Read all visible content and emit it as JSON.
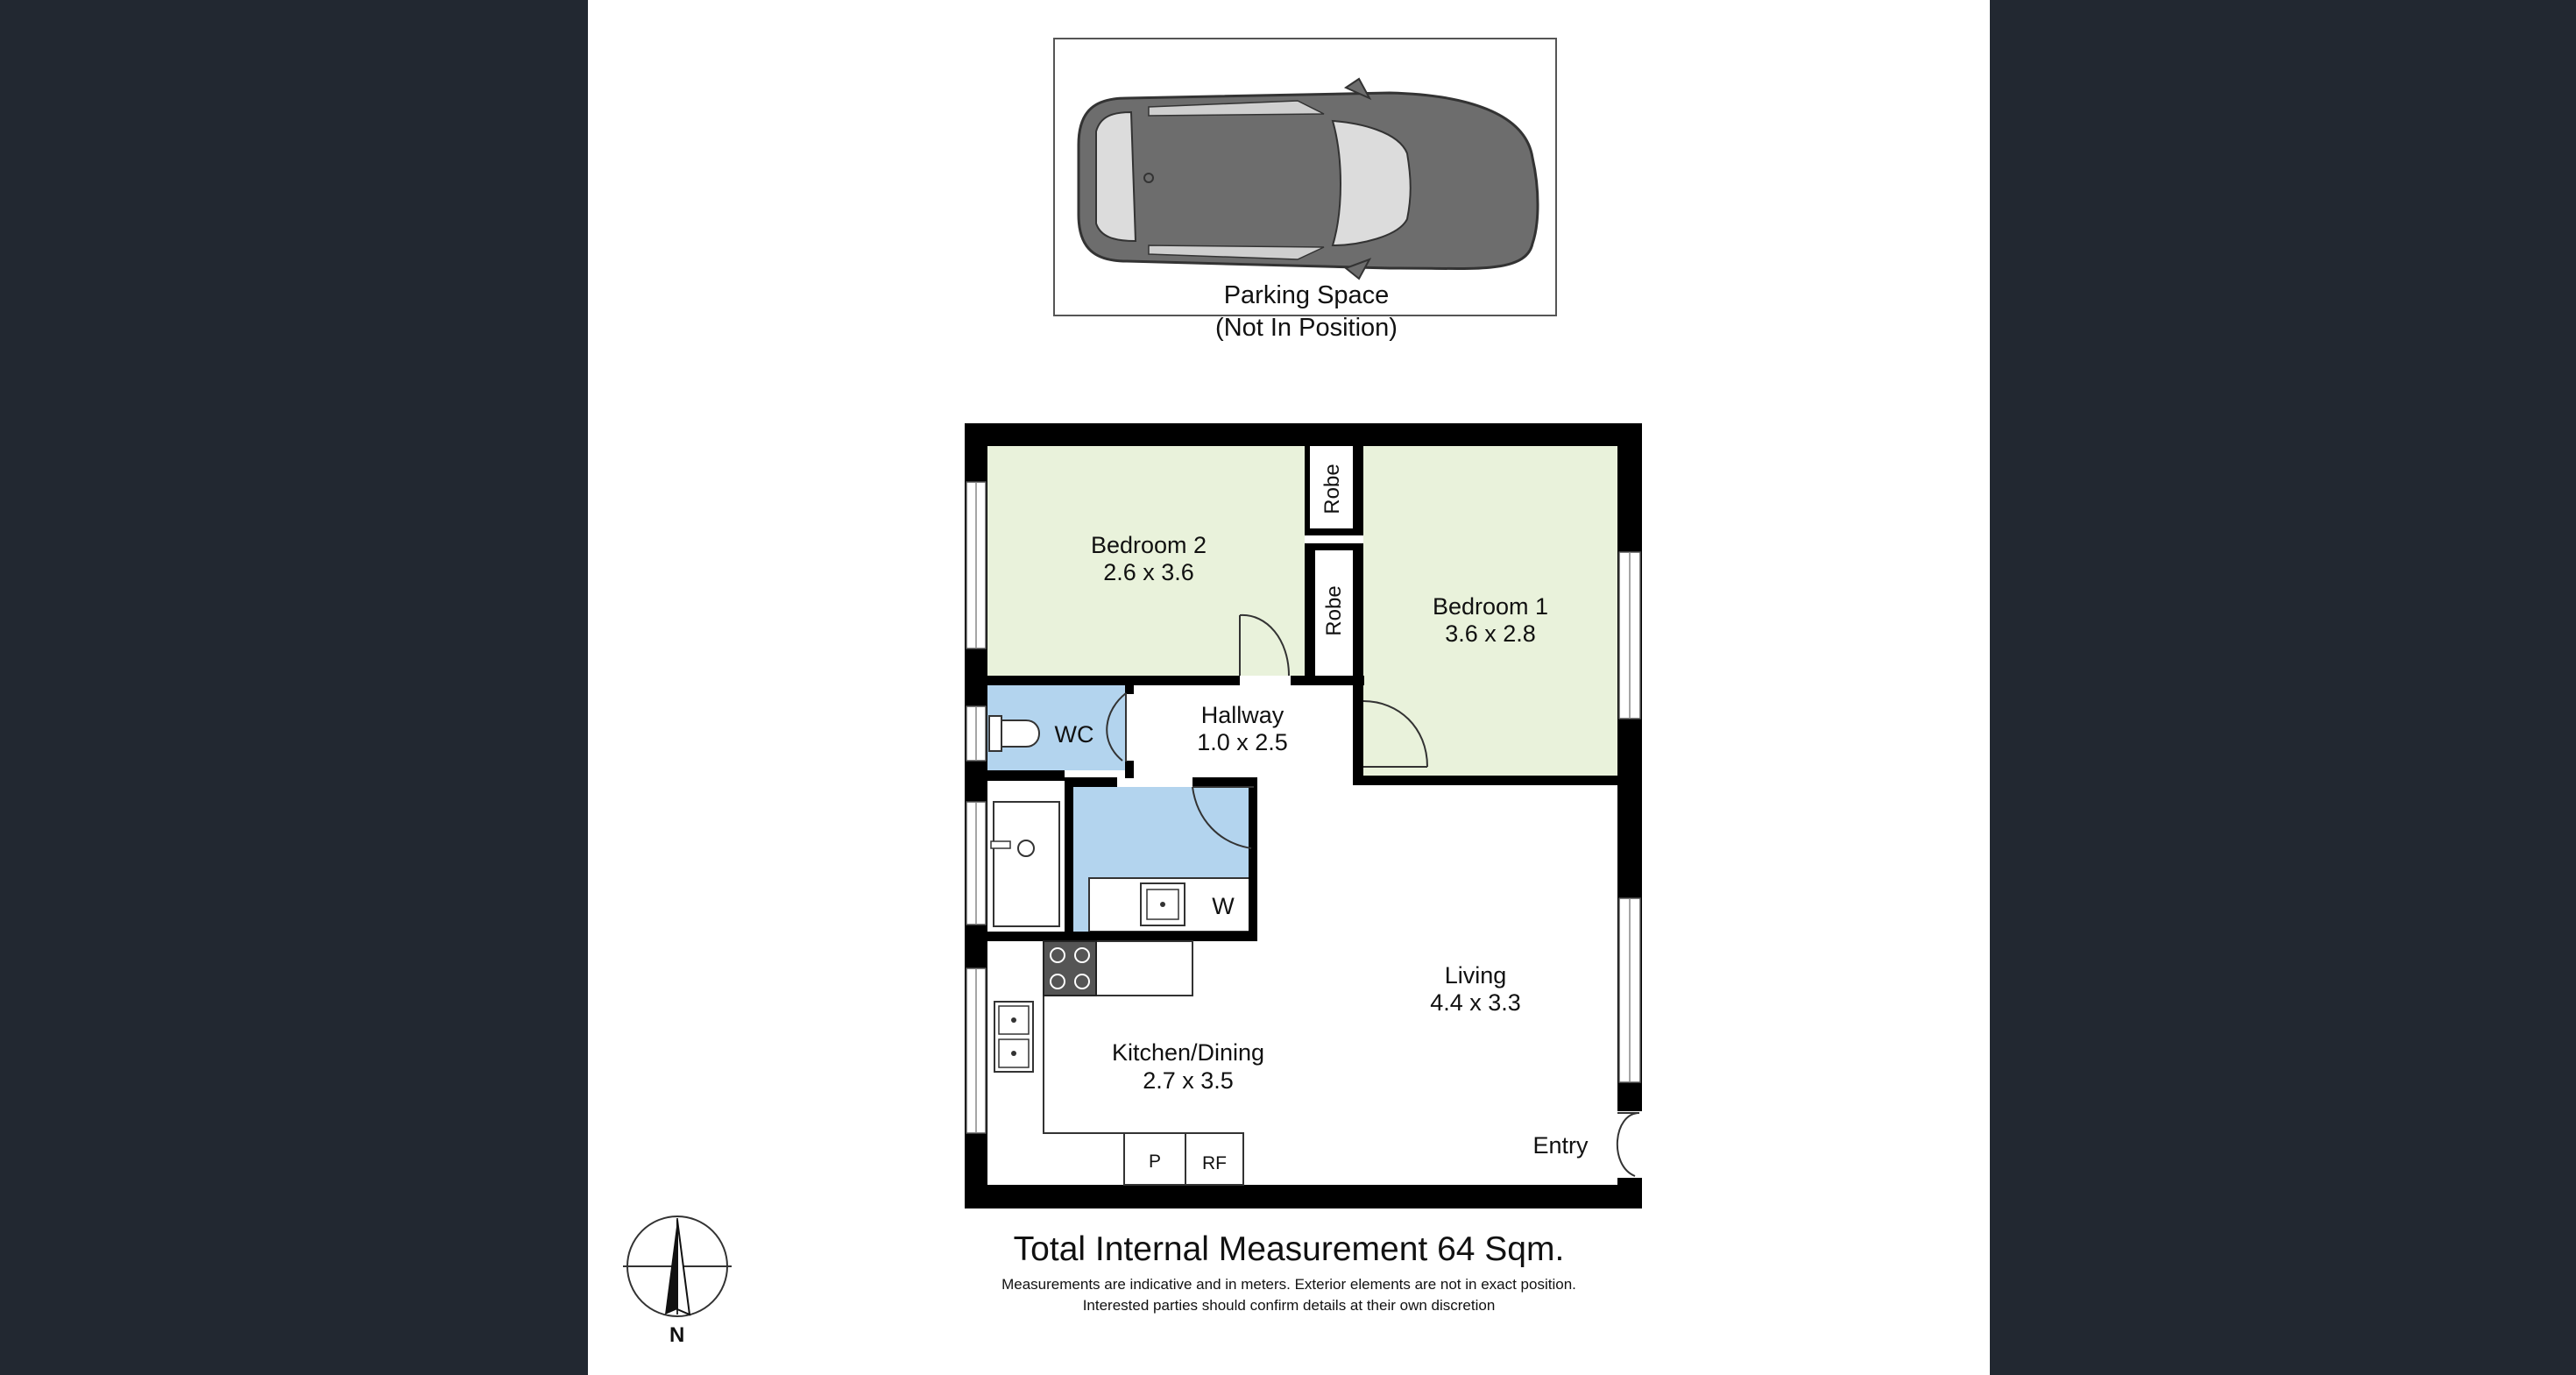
{
  "parking": {
    "label": "Parking Space",
    "note": "(Not In Position)"
  },
  "rooms": {
    "bedroom2": {
      "name": "Bedroom 2",
      "size": "2.6 x 3.6"
    },
    "bedroom1": {
      "name": "Bedroom 1",
      "size": "3.6 x 2.8"
    },
    "hallway": {
      "name": "Hallway",
      "size": "1.0 x 2.5"
    },
    "living": {
      "name": "Living",
      "size": "4.4 x 3.3"
    },
    "kitchen": {
      "name": "Kitchen/Dining",
      "size": "2.7 x 3.5"
    },
    "wc": "WC",
    "laundry": "W",
    "robe_top": "Robe",
    "robe_mid": "Robe",
    "pantry": "P",
    "fridge": "RF",
    "entry": "Entry"
  },
  "footer": {
    "total": "Total Internal Measurement 64 Sqm.",
    "disclaimer_1": "Measurements are indicative and in meters. Exterior elements are not in exact position.",
    "disclaimer_2": "Interested parties should confirm details at their own discretion"
  },
  "compass": {
    "label": "N"
  },
  "colors": {
    "background": "#222831",
    "bedroom_fill": "#e9f2db",
    "wet_area_fill": "#b3d4ee",
    "wall": "#000000"
  }
}
